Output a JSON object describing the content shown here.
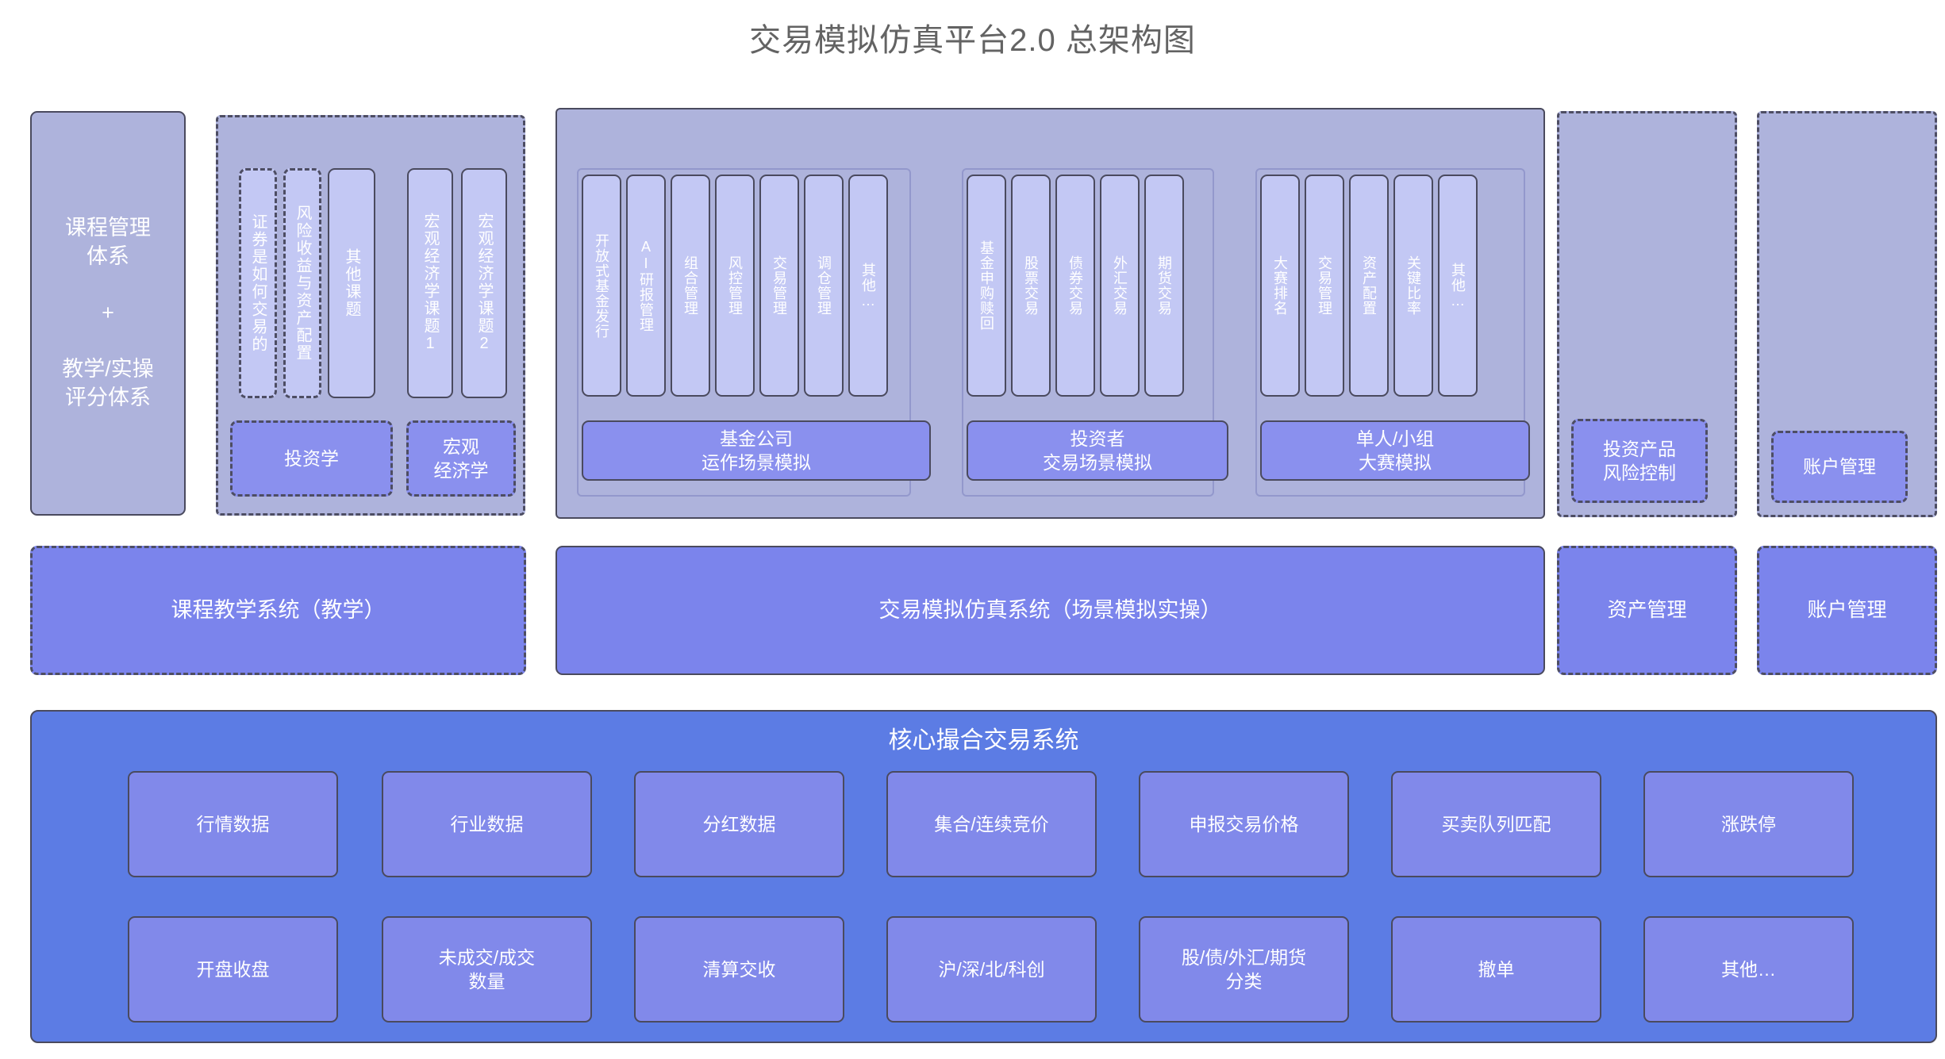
{
  "title": "交易模拟仿真平台2.0 总架构图",
  "colors": {
    "outer_container": "#aeb3dc",
    "inner_pill": "#c3c8f4",
    "mid_box": "#8a90ee",
    "system_band": "#7b84ec",
    "core_panel": "#5c7ce4",
    "core_cell": "#8189ea",
    "border": "#4a4a5e",
    "title_text": "#636363"
  },
  "course_system": {
    "label": "课程管理\n体系\n\n+\n\n教学/实操\n评分体系"
  },
  "course_topics": {
    "vertical_items": [
      {
        "label": "证券是如何交易的",
        "dashed": true
      },
      {
        "label": "风险收益与资产配置",
        "dashed": true
      },
      {
        "label": "其他课题",
        "dashed": false
      },
      {
        "label": "宏观经济学课题1",
        "dashed": false
      },
      {
        "label": "宏观经济学课题2",
        "dashed": false
      }
    ],
    "footers": [
      {
        "label": "投资学"
      },
      {
        "label": "宏观\n经济学"
      }
    ]
  },
  "simulation": {
    "groups": [
      {
        "footer": "基金公司\n运作场景模拟",
        "items": [
          "开放式基金发行",
          "AI研报管理",
          "组合管理",
          "风控管理",
          "交易管理",
          "调仓管理",
          "其他…"
        ]
      },
      {
        "footer": "投资者\n交易场景模拟",
        "items": [
          "基金申购赎回",
          "股票交易",
          "债券交易",
          "外汇交易",
          "期货交易"
        ]
      },
      {
        "footer": "单人/小组\n大赛模拟",
        "items": [
          "大赛排名",
          "交易管理",
          "资产配置",
          "关键比率",
          "其他…"
        ]
      }
    ]
  },
  "right_modules": [
    {
      "label": "投资产品\n风险控制"
    },
    {
      "label": "账户管理"
    }
  ],
  "system_band": [
    {
      "label": "课程教学系统（教学）"
    },
    {
      "label": "交易模拟仿真系统（场景模拟实操）"
    },
    {
      "label": "资产管理"
    },
    {
      "label": "账户管理"
    }
  ],
  "core": {
    "title": "核心撮合交易系统",
    "row1": [
      "行情数据",
      "行业数据",
      "分红数据",
      "集合/连续竞价",
      "申报交易价格",
      "买卖队列匹配",
      "涨跌停"
    ],
    "row2": [
      "开盘收盘",
      "未成交/成交\n数量",
      "清算交收",
      "沪/深/北/科创",
      "股/债/外汇/期货\n分类",
      "撤单",
      "其他…"
    ]
  }
}
